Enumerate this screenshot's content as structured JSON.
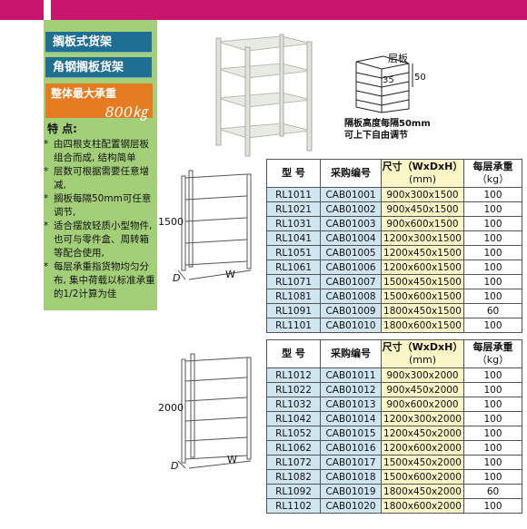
{
  "sidebar": {
    "title1": "搁板式货架",
    "title2": "角钢搁板货架",
    "load_label": "整体最大承重",
    "load_value": "800㎏",
    "features_title": "特  点:",
    "features": [
      "由四根支柱配置钢层板组合而成, 结构简单",
      "层数可根据需要任意增减,",
      "搁板每隔50mm可任意调节,",
      "适合摆放轻质小型物件, 也可与零件盒、周转箱等配合使用,",
      "每层承重指货物均匀分布, 集中荷载以标准承重的1/2计算为佳"
    ]
  },
  "diagram": {
    "label_shelf": "层板",
    "label_35": "35",
    "label_50": "50",
    "note_line1": "隔板高度每隔50mm",
    "note_line2": "可上下自由调节"
  },
  "rack_small": {
    "height": "1500",
    "depth": "D",
    "width": "W"
  },
  "rack_large": {
    "height": "2000",
    "depth": "D",
    "width": "W"
  },
  "table_headers": {
    "model": "型  号",
    "code": "采购编号",
    "size_line1": "尺寸（WxDxH）",
    "size_line2": "(mm)",
    "load_line1": "每层承重",
    "load_line2": "（kg）"
  },
  "table1": [
    [
      "RL1011",
      "CAB01001",
      "900x300x1500",
      "100"
    ],
    [
      "RL1021",
      "CAB01002",
      "900x450x1500",
      "100"
    ],
    [
      "RL1031",
      "CAB01003",
      "900x600x1500",
      "100"
    ],
    [
      "RL1041",
      "CAB01004",
      "1200x300x1500",
      "100"
    ],
    [
      "RL1051",
      "CAB01005",
      "1200x450x1500",
      "100"
    ],
    [
      "RL1061",
      "CAB01006",
      "1200x600x1500",
      "100"
    ],
    [
      "RL1071",
      "CAB01007",
      "1500x450x1500",
      "100"
    ],
    [
      "RL1081",
      "CAB01008",
      "1500x600x1500",
      "100"
    ],
    [
      "RL1091",
      "CAB01009",
      "1800x450x1500",
      "60"
    ],
    [
      "RL1101",
      "CAB01010",
      "1800x600x1500",
      "100"
    ]
  ],
  "table2": [
    [
      "RL1012",
      "CAB01011",
      "900x300x2000",
      "100"
    ],
    [
      "RL1022",
      "CAB01012",
      "900x450x2000",
      "100"
    ],
    [
      "RL1032",
      "CAB01013",
      "900x600x2000",
      "100"
    ],
    [
      "RL1042",
      "CAB01014",
      "1200x300x2000",
      "100"
    ],
    [
      "RL1052",
      "CAB01015",
      "1200x450x2000",
      "100"
    ],
    [
      "RL1062",
      "CAB01016",
      "1200x600x2000",
      "100"
    ],
    [
      "RL1072",
      "CAB01017",
      "1500x450x2000",
      "100"
    ],
    [
      "RL1082",
      "CAB01018",
      "1500x600x2000",
      "100"
    ],
    [
      "RL1092",
      "CAB01019",
      "1800x450x2000",
      "60"
    ],
    [
      "RL1102",
      "CAB01020",
      "1800x600x2000",
      "100"
    ]
  ]
}
